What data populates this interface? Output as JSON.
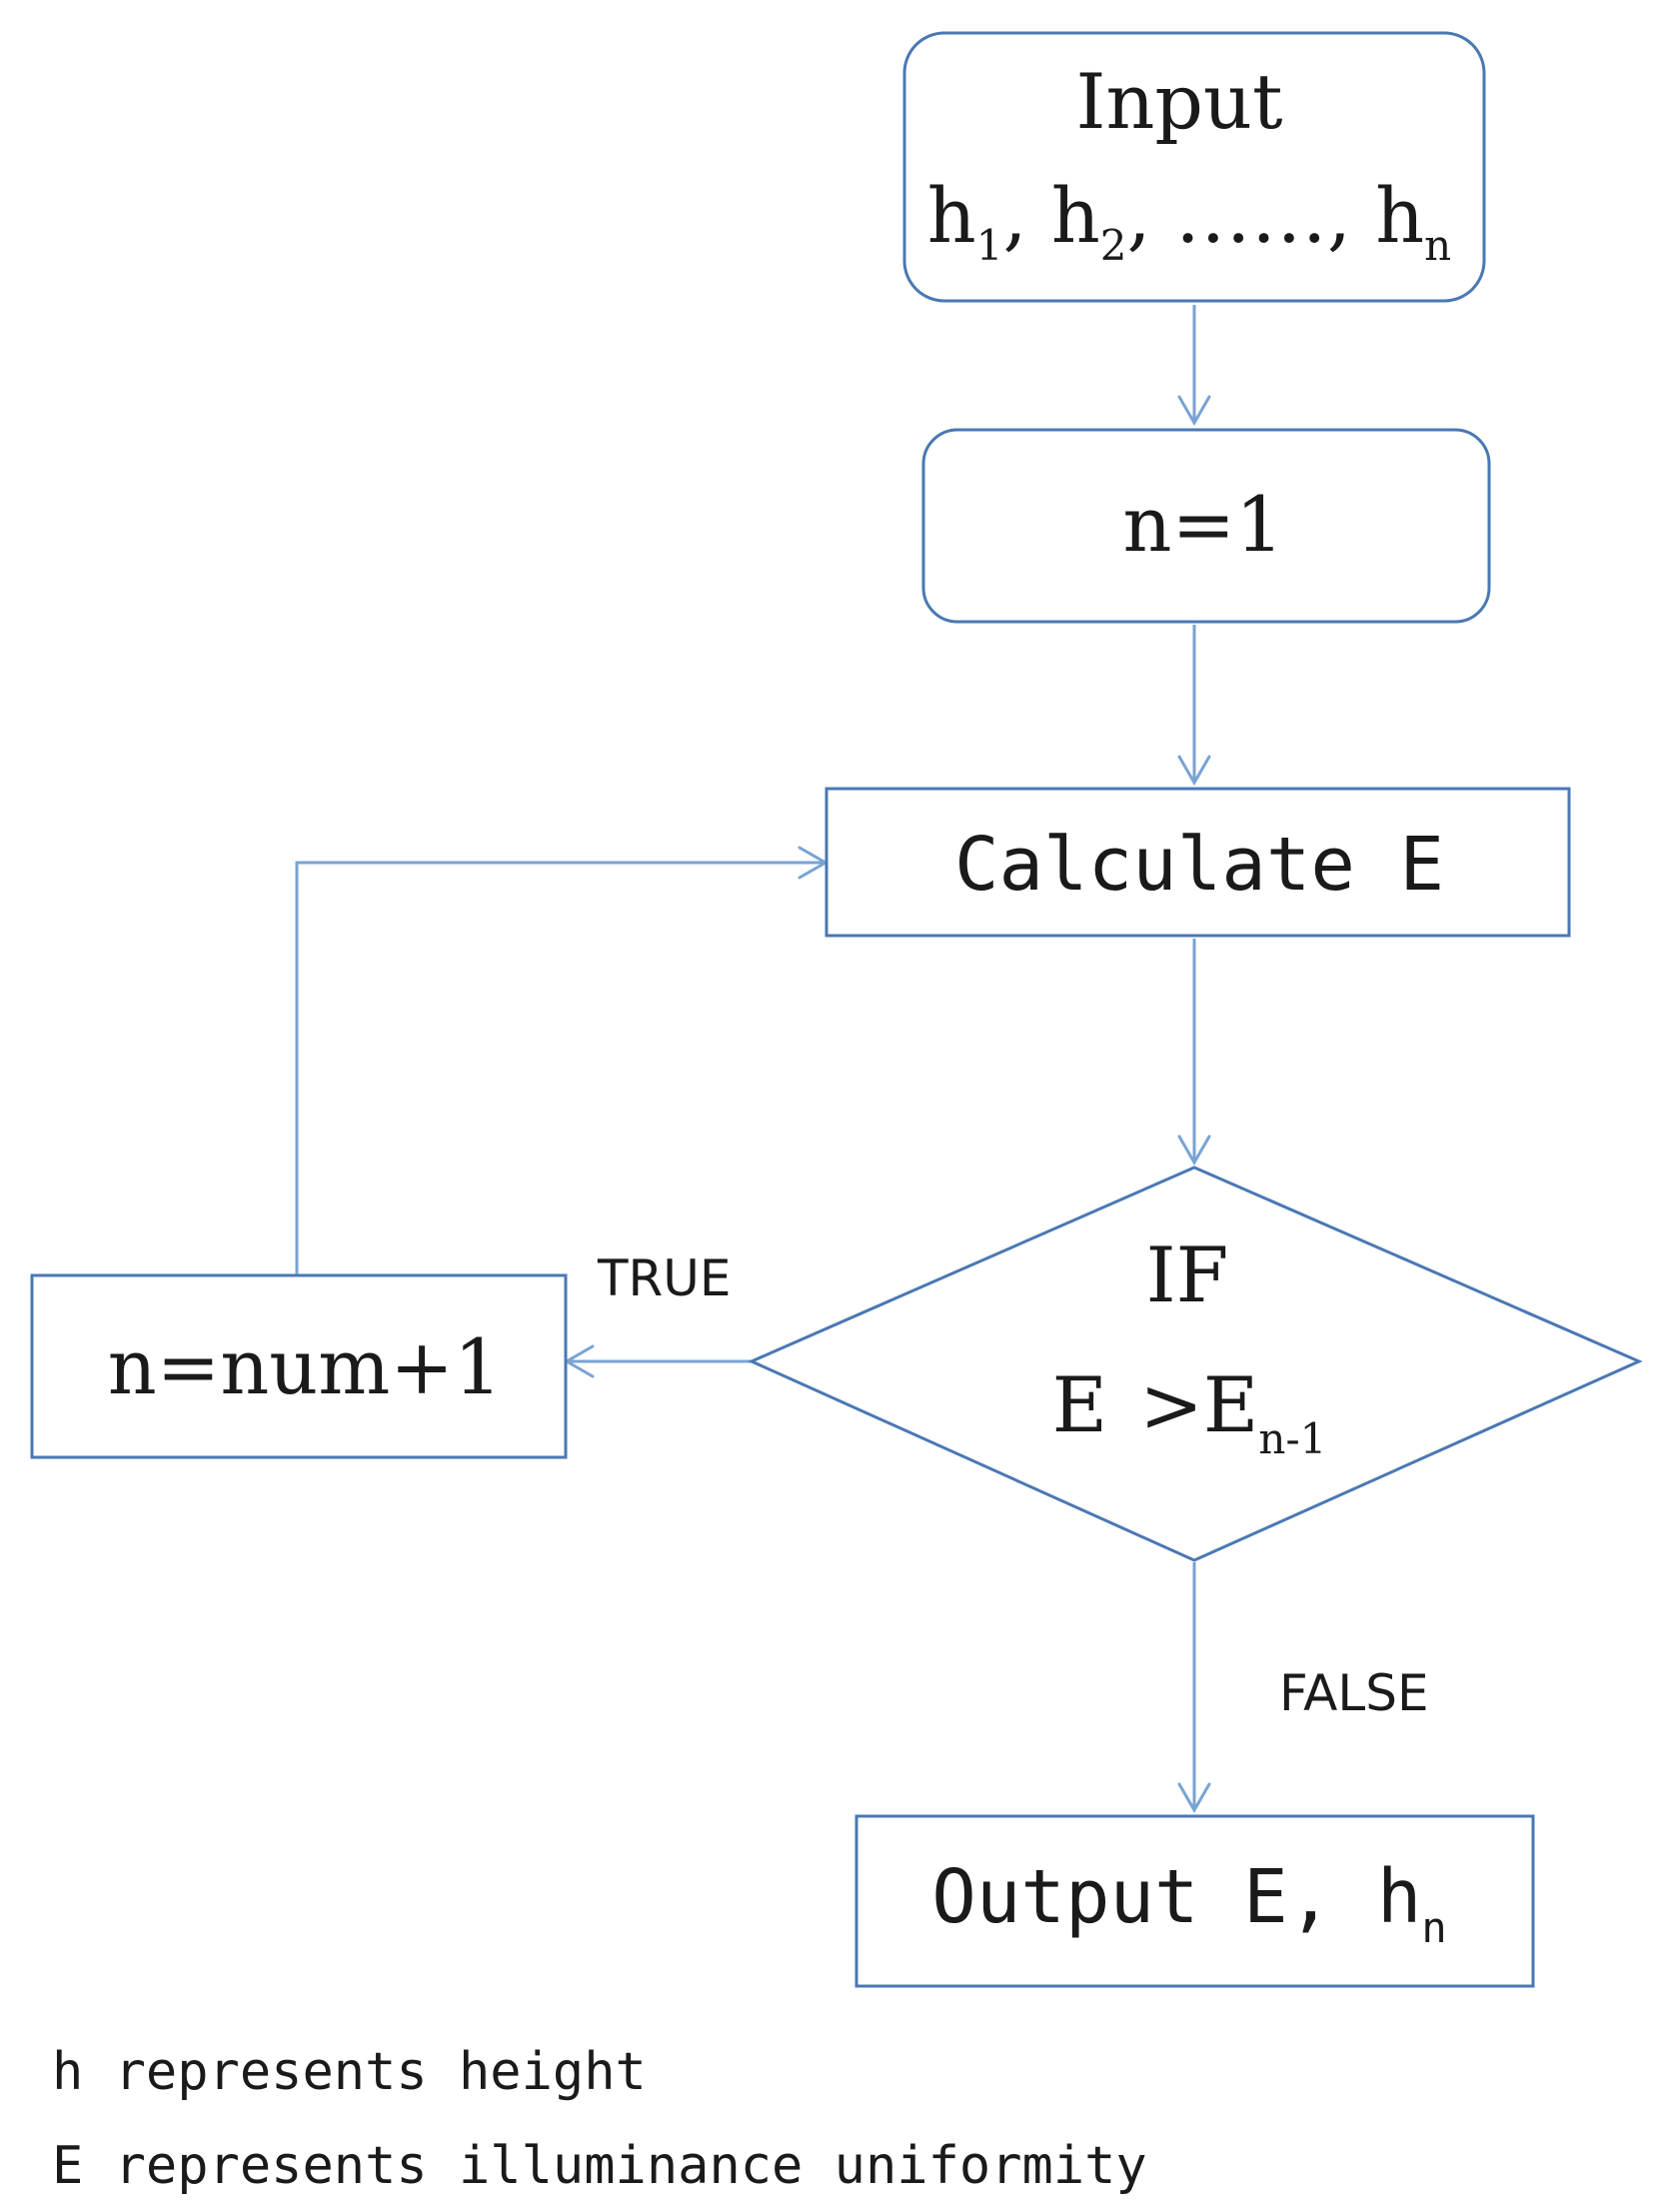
{
  "nodes": {
    "input": {
      "label": "Input",
      "h1": "h",
      "h1_sub": "1",
      "h2": "h",
      "h2_sub": "2",
      "ellipsis": "……",
      "hn": "h",
      "hn_sub": "n",
      "comma": ","
    },
    "init": {
      "label": "n=1"
    },
    "calculate": {
      "label": "Calculate E"
    },
    "decision": {
      "line1": "IF",
      "lhs": "E",
      "op": ">E",
      "rhs_sub": "n-1"
    },
    "increment": {
      "label": "n=num+1"
    },
    "output": {
      "label": "Output E,",
      "h": "h",
      "h_sub": "n"
    }
  },
  "edges": {
    "true_label": "TRUE",
    "false_label": "FALSE"
  },
  "legend": {
    "line1": "h represents height",
    "line2": "E represents illuminance uniformity"
  },
  "colors": {
    "box_stroke": "#4a78b3",
    "edge_stroke": "#78a3d4",
    "text": "#1a1a1a"
  }
}
